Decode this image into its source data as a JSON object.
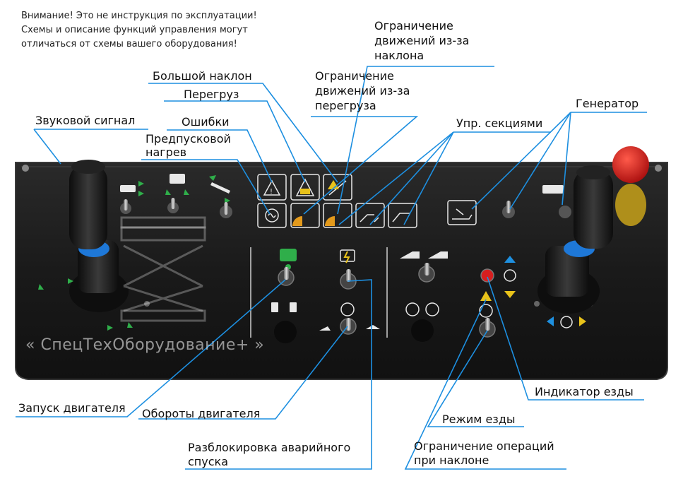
{
  "warning": {
    "line1": "Внимание! Это не инструкция по эксплуатации!",
    "line2": "Схемы и описание функций управления могут",
    "line3": "отличаться от схемы вашего оборудования!"
  },
  "labels": {
    "tilt_limit_l1": "Ограничение",
    "tilt_limit_l2": "движений из-за",
    "tilt_limit_l3": "наклона",
    "big_tilt": "Большой наклон",
    "overload_limit_l1": "Ограничение",
    "overload_limit_l2": "движений из-за",
    "overload_limit_l3": "перегруза",
    "overload": "Перегруз",
    "errors": "Ошибки",
    "preheat_l1": "Предпусковой",
    "preheat_l2": "нагрев",
    "horn": "Звуковой сигнал",
    "sections": "Упр. секциями",
    "generator": "Генератор",
    "engine_start": "Запуск двигателя",
    "engine_rpm": "Обороты двигателя",
    "emergency_l1": "Разблокировка аварийного",
    "emergency_l2": "спуска",
    "drive_indicator": "Индикатор езды",
    "drive_mode": "Режим езды",
    "tilt_ops_l1": "Ограничение операций",
    "tilt_ops_l2": "при наклоне"
  },
  "watermark": "« СпецТехОборудование+ »",
  "icons": {
    "warning": "warning-triangle-icon",
    "overload": "weight-warning-icon",
    "tilt": "tilt-warning-icon",
    "preheat": "glow-plug-icon",
    "horn": "horn-icon",
    "generator": "generator-icon"
  },
  "colors": {
    "leader_line": "#1d8fe0",
    "panel": "#1b1b1b",
    "panel_edge": "#3a3a3a",
    "indicator_red": "#d61f1f",
    "collar_blue": "#1e78d8",
    "knob_red": "#d81e1e",
    "arrow_yellow": "#e8c21a",
    "arrow_blue": "#1e90e0",
    "arrow_green": "#2fae4a",
    "icon_white": "#e8e8e8",
    "icon_orange": "#e39a1c"
  }
}
